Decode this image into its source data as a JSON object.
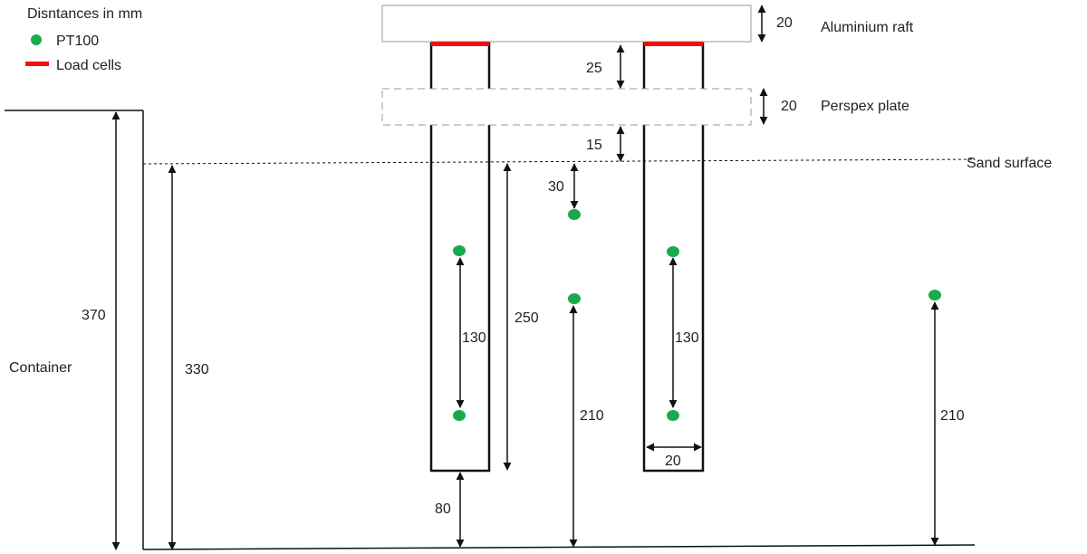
{
  "legend": {
    "title": "Disntances in mm",
    "sensor_label": "PT100",
    "load_cell_label": "Load cells"
  },
  "components": {
    "raft": "Aluminium raft",
    "plate": "Perspex plate",
    "sand": "Sand surface",
    "container": "Container"
  },
  "dimensions": {
    "raft_thickness": "20",
    "raft_plate_gap": "25",
    "plate_thickness": "20",
    "plate_sand_gap": "15",
    "sensor_depth": "30",
    "container_height": "370",
    "sand_depth": "330",
    "pile_length": "250",
    "left_sensor_spacing": "130",
    "right_sensor_spacing": "130",
    "mid_sensor_height": "210",
    "far_sensor_height": "210",
    "pile_tip_clearance": "80",
    "pile_width": "20"
  },
  "colors": {
    "sensor": "#1aaa4a",
    "load_cell": "#ee1111",
    "line": "#111111",
    "box_stroke": "#9a9a9a"
  }
}
